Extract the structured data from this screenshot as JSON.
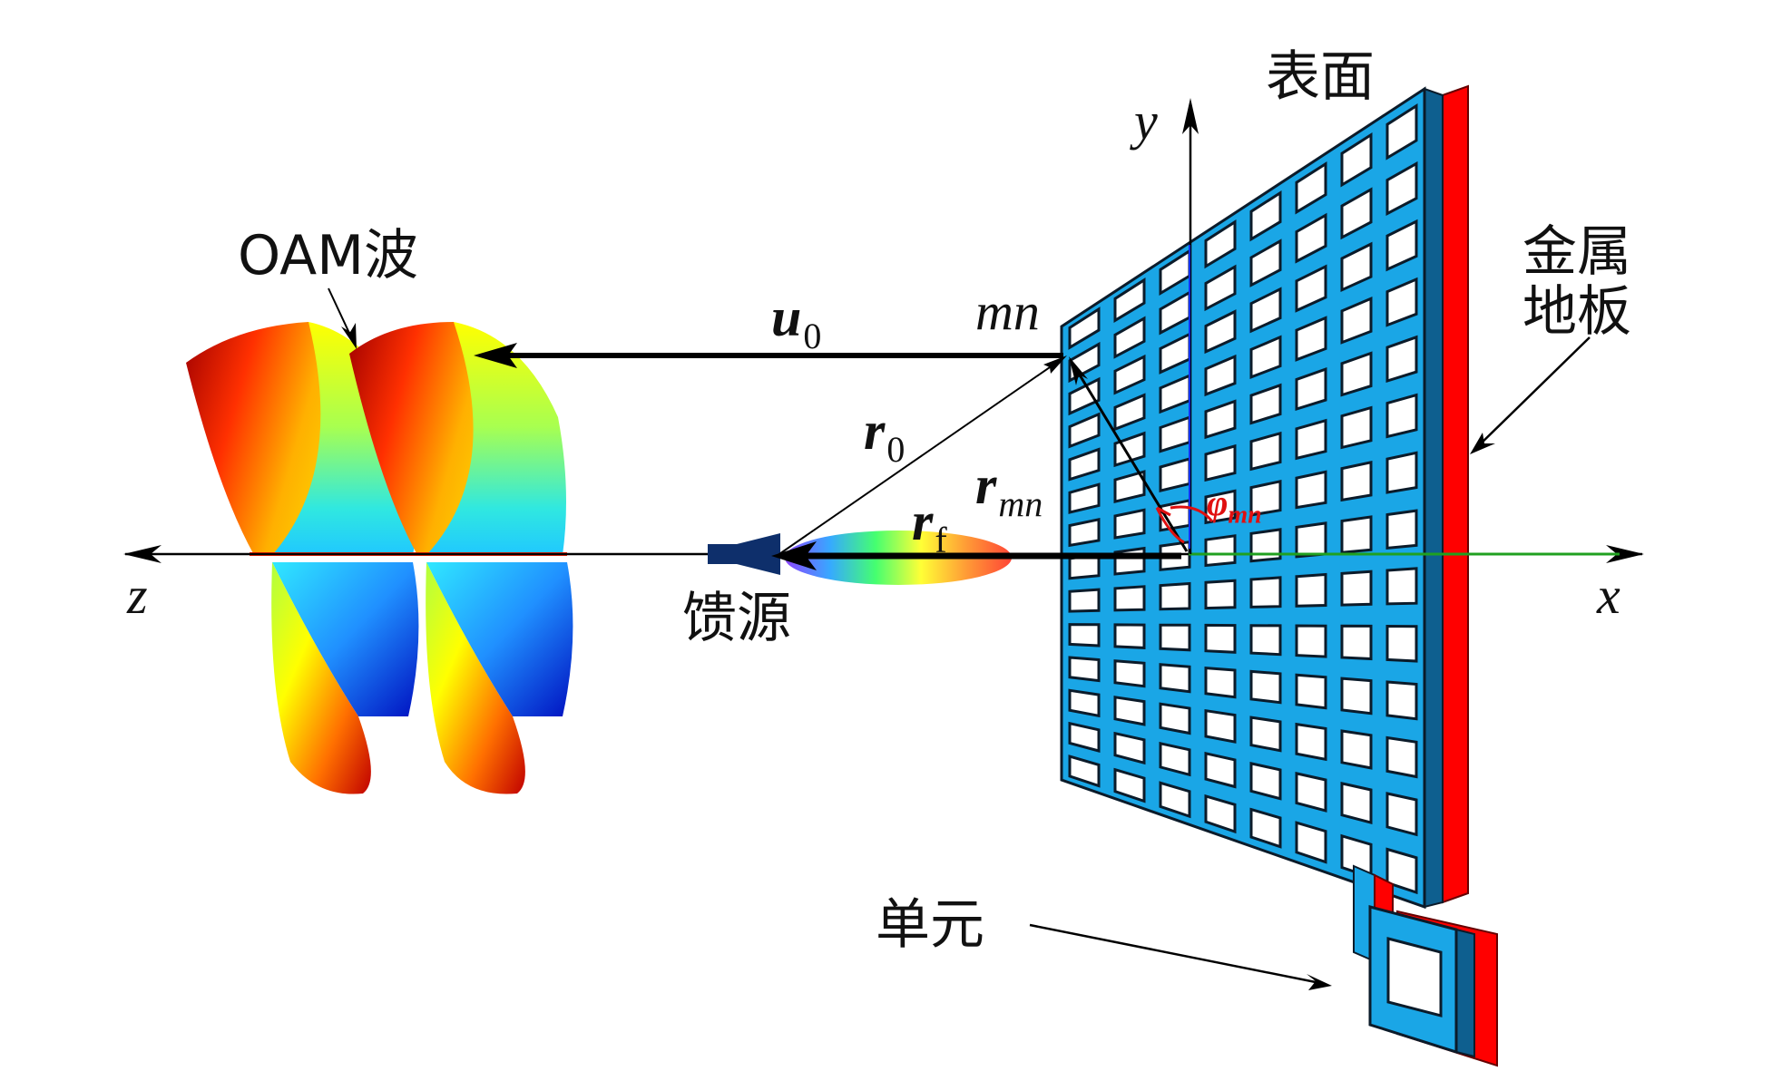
{
  "labels": {
    "oam_wave": "OAM波",
    "surface": "表面",
    "metal_ground_line1": "金属",
    "metal_ground_line2": "地板",
    "feed_source": "馈源",
    "unit_cell": "单元",
    "axis_z": "z",
    "axis_x": "x",
    "axis_y": "y",
    "element_mn": "mn",
    "vec_u0_main": "u",
    "vec_u0_sub": "0",
    "vec_r0_main": "r",
    "vec_r0_sub": "0",
    "vec_rmn_main": "r",
    "vec_rmn_sub": "mn",
    "vec_rf_main": "r",
    "vec_rf_sub": "f",
    "angle_phi_main": "φ",
    "angle_phi_sub": "mn"
  },
  "colors": {
    "surface_fill": "#1aa6e6",
    "surface_edge": "#0b1b2a",
    "ground_plate": "#ff0000",
    "vector": "#000000",
    "angle": "#e01010",
    "feed": "#0e2f6b"
  },
  "grid": {
    "rows": 14,
    "cols": 8
  }
}
